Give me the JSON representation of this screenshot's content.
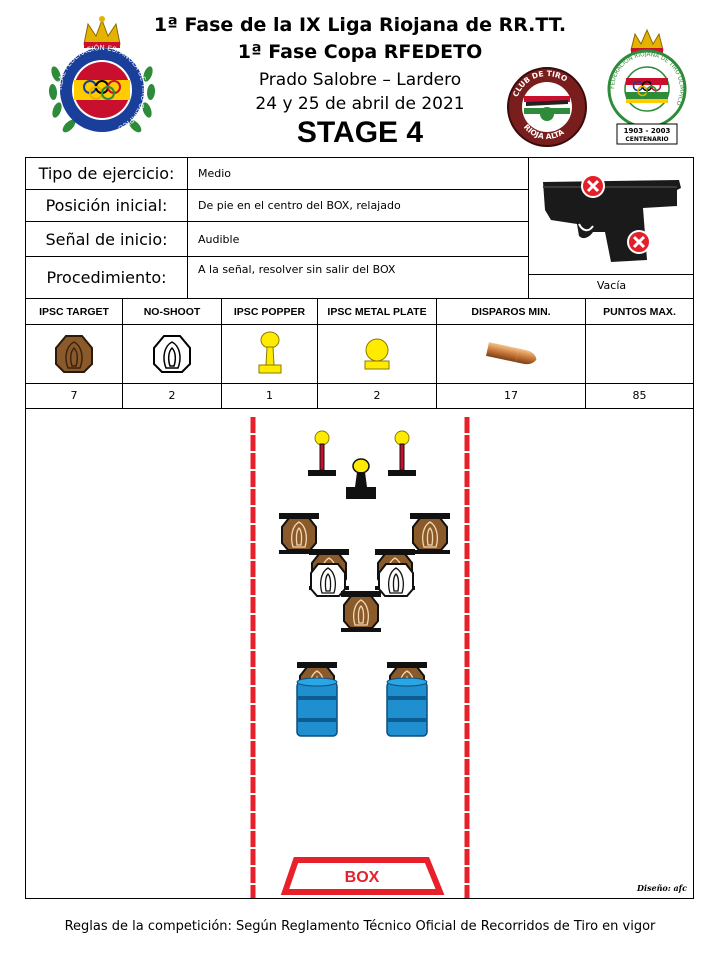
{
  "header": {
    "line1": "1ª Fase de la IX Liga Riojana de RR.TT.",
    "line2": "1ª Fase Copa RFEDETO",
    "line3": "Prado Salobre – Lardero",
    "line4": "24 y 25 de abril de 2021",
    "stage": "STAGE 4"
  },
  "logos": {
    "left_ring_text": "REAL FEDERACIÓN ESPAÑOLA DE TIRO OLÍMPICO",
    "club_ring_top": "CLUB DE TIRO",
    "club_ring_bottom": "RIOJA ALTA",
    "right_ring_text": "FEDERACIÓN RIOJANA DE TIRO OLÍMPICO",
    "right_years": "1903 - 2003",
    "right_centenario": "CENTENARIO"
  },
  "info": {
    "rows": [
      {
        "label": "Tipo de ejercicio:",
        "value": "Medio"
      },
      {
        "label": "Posición inicial:",
        "value": "De pie en el centro del BOX, relajado"
      },
      {
        "label": "Señal de inicio:",
        "value": "Audible"
      },
      {
        "label": "Procedimiento:",
        "value": "A la señal, resolver sin salir del BOX"
      }
    ],
    "gun_state": "Vacía"
  },
  "table": {
    "headers": [
      "IPSC TARGET",
      "NO-SHOOT",
      "IPSC POPPER",
      "IPSC METAL PLATE",
      "DISPAROS MIN.",
      "PUNTOS MAX."
    ],
    "values": [
      "7",
      "2",
      "1",
      "2",
      "17",
      "85"
    ],
    "icons": [
      "ipsc-target-icon",
      "no-shoot-icon",
      "popper-icon",
      "metal-plate-icon",
      "bullet-icon",
      ""
    ]
  },
  "stage": {
    "box_label": "BOX",
    "credit": "Diseño: afc"
  },
  "colors": {
    "target_brown": "#8B5A2B",
    "steel_yellow": "#FFEB00",
    "fault_line_red": "#E8202A",
    "barrel_blue": "#1F8FCF"
  },
  "footer": "Reglas de la competición: Según Reglamento Técnico Oficial de Recorridos de Tiro en vigor"
}
